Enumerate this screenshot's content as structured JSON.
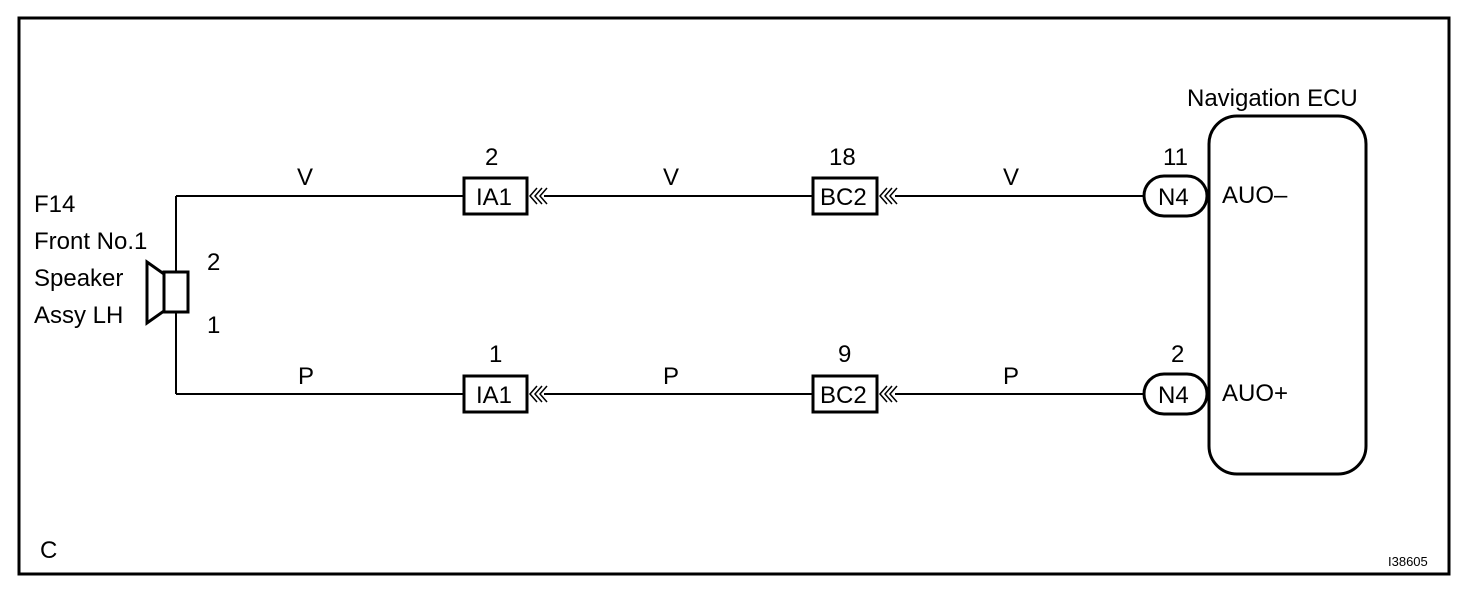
{
  "speaker": {
    "code": "F14",
    "name_lines": [
      "Front No.1",
      "Speaker",
      "Assy LH"
    ],
    "pin_top": "2",
    "pin_bottom": "1",
    "icon": "speaker-icon"
  },
  "ecu": {
    "title": "Navigation ECU",
    "pin_top": "AUO–",
    "pin_bottom": "AUO+"
  },
  "wires": {
    "top": {
      "color_seg1": "V",
      "color_seg2": "V",
      "color_seg3": "V",
      "conn1": {
        "name": "IA1",
        "pin": "2"
      },
      "conn2": {
        "name": "BC2",
        "pin": "18"
      },
      "conn3": {
        "name": "N4",
        "pin": "11"
      }
    },
    "bottom": {
      "color_seg1": "P",
      "color_seg2": "P",
      "color_seg3": "P",
      "conn1": {
        "name": "IA1",
        "pin": "1"
      },
      "conn2": {
        "name": "BC2",
        "pin": "9"
      },
      "conn3": {
        "name": "N4",
        "pin": "2"
      }
    }
  },
  "footer": {
    "corner_label": "C",
    "figure_id": "I38605"
  }
}
